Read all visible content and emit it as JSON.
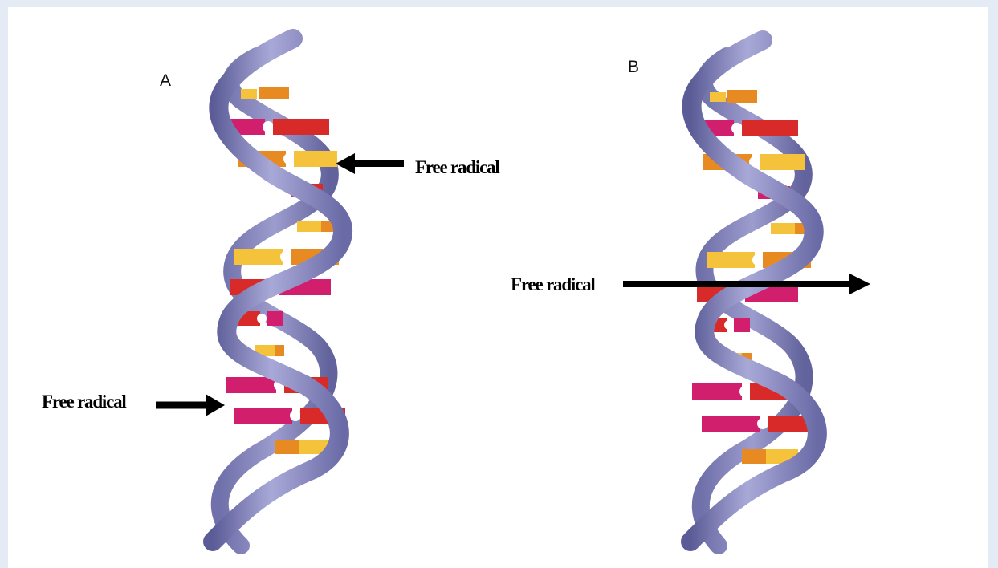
{
  "figure": {
    "panels": [
      {
        "id": "A",
        "label": "A",
        "annotations": [
          {
            "label": "Free radical"
          },
          {
            "label": "Free radical"
          }
        ]
      },
      {
        "id": "B",
        "label": "B",
        "annotations": [
          {
            "label": "Free radical"
          }
        ]
      }
    ],
    "colors": {
      "background": "#e4ebf5",
      "panel": "#ffffff",
      "backbone": "#8585c0",
      "backbone_light": "#b4b4dc",
      "backbone_dark": "#55558f",
      "base_red": "#d92a2a",
      "base_magenta": "#d11f6e",
      "base_orange": "#e88a22",
      "base_yellow": "#f5c33b",
      "arrow": "#000000"
    }
  }
}
